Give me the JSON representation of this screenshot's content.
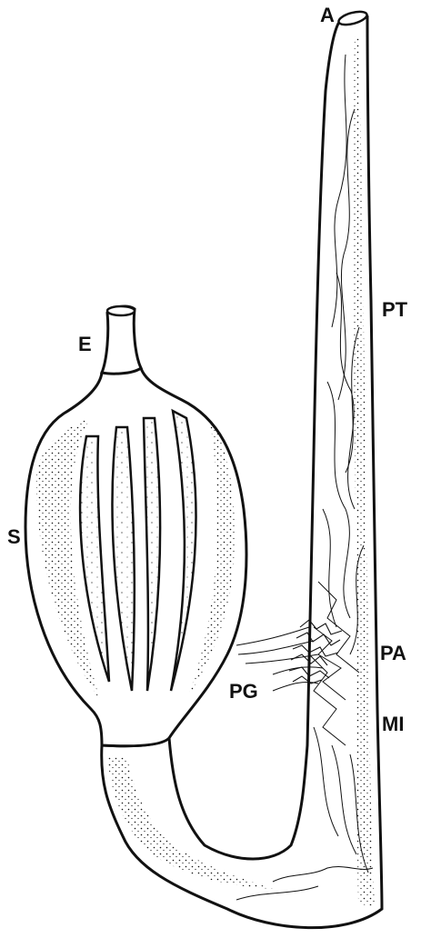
{
  "labels": {
    "a": "A",
    "pt": "PT",
    "e": "E",
    "s": "S",
    "pa": "PA",
    "pg": "PG",
    "mi": "MI"
  },
  "colors": {
    "ink": "#111111",
    "paper": "#ffffff"
  }
}
